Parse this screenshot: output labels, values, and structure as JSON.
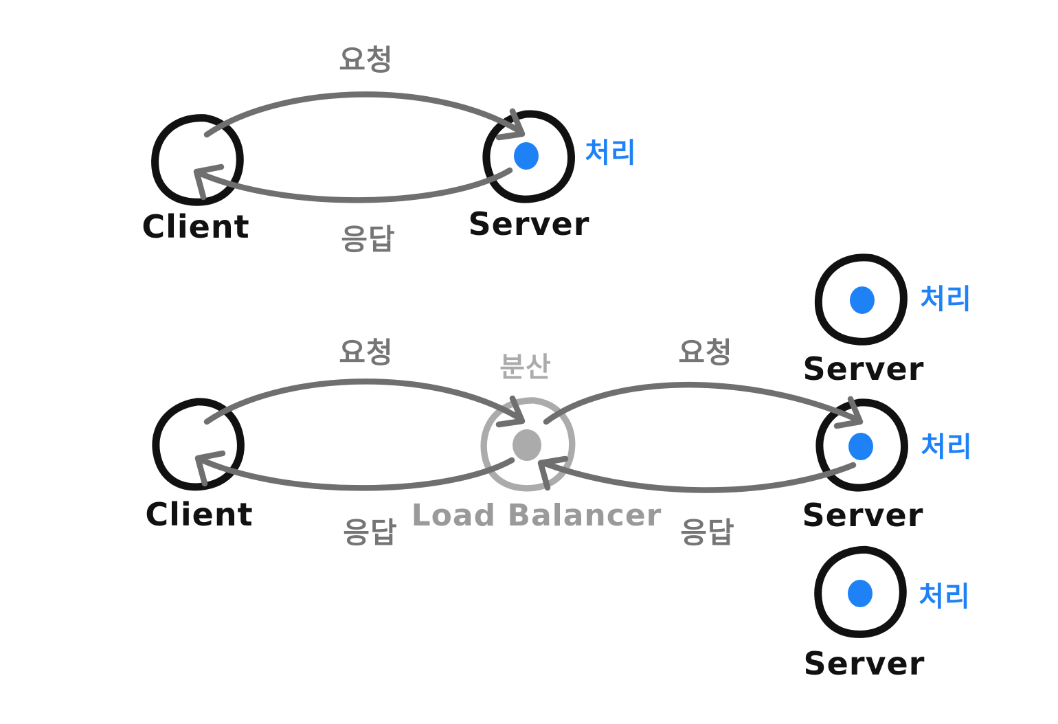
{
  "colors": {
    "ink": "#111111",
    "arrow": "#6f6f6f",
    "edge-label": "#757575",
    "lb": "#ababab",
    "lb-label": "#9a9a9a",
    "accent-blue": "#1e82f6"
  },
  "diagram1": {
    "client_label": "Client",
    "server_label": "Server",
    "request_label": "요청",
    "response_label": "응답",
    "process_label": "처리"
  },
  "diagram2": {
    "client_label": "Client",
    "load_balancer_label": "Load Balancer",
    "distribute_label": "분산",
    "request_client_to_lb_label": "요청",
    "response_lb_to_client_label": "응답",
    "request_lb_to_server_label": "요청",
    "response_server_to_lb_label": "응답",
    "servers": [
      {
        "label": "Server",
        "process_label": "처리"
      },
      {
        "label": "Server",
        "process_label": "처리"
      },
      {
        "label": "Server",
        "process_label": "처리"
      }
    ]
  }
}
